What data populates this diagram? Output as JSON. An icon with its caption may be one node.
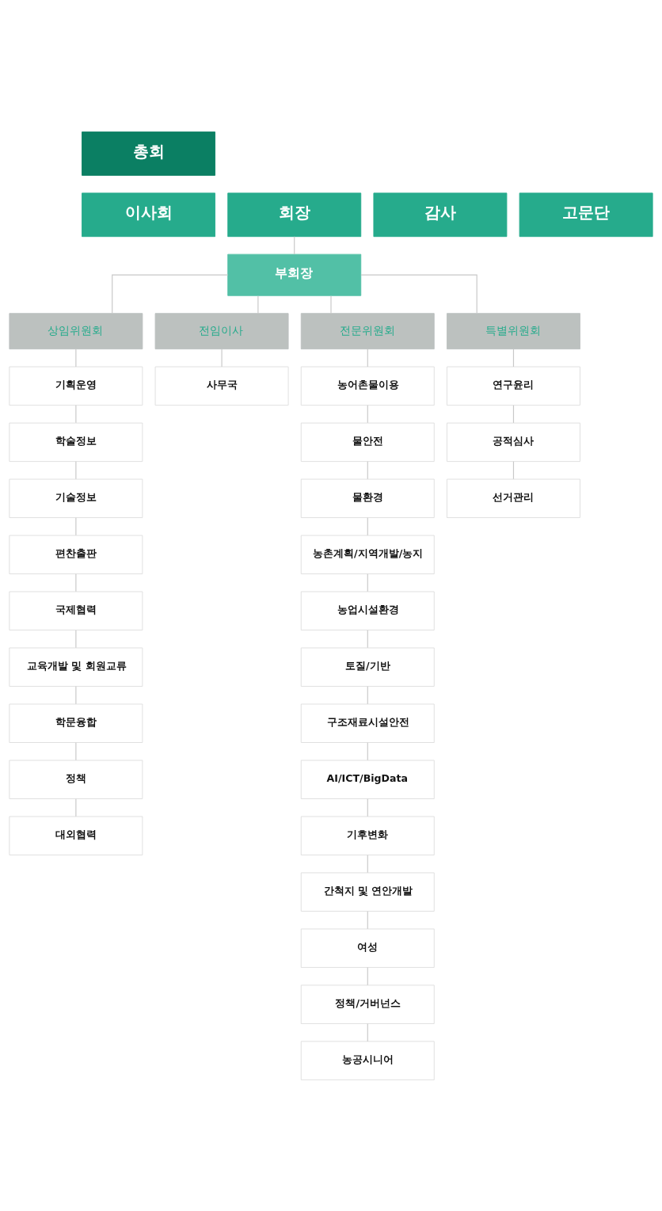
{
  "diagram": {
    "nodes": [
      {
        "text": [
          "총회"
        ]
      },
      {
        "text": [
          "이사회"
        ]
      },
      {
        "text": [
          "회장"
        ]
      },
      {
        "text": [
          "감사"
        ]
      },
      {
        "text": [
          "고문단"
        ]
      },
      {
        "text": [
          "부회장"
        ]
      },
      {
        "text": [
          "상임위원회"
        ]
      },
      {
        "text": [
          "전임이사"
        ]
      },
      {
        "text": [
          "전문위원회"
        ]
      },
      {
        "text": [
          "특별위원회"
        ]
      },
      {
        "text": [
          "기획운영"
        ]
      },
      {
        "text": [
          "학술정보"
        ]
      },
      {
        "text": [
          "기술정보"
        ]
      },
      {
        "text": [
          "편찬출판"
        ]
      },
      {
        "text": [
          "국제협력"
        ]
      },
      {
        "text": [
          "교육개발 및 회원교류"
        ]
      },
      {
        "text": [
          "학문융합"
        ]
      },
      {
        "text": [
          "정책"
        ]
      },
      {
        "text": [
          "대외협력"
        ]
      },
      {
        "text": [
          "사무국"
        ]
      },
      {
        "text": [
          "농어촌물이용"
        ]
      },
      {
        "text": [
          "물안전"
        ]
      },
      {
        "text": [
          "물환경"
        ]
      },
      {
        "text": [
          "농촌계획/지역개발/농지"
        ]
      },
      {
        "text": [
          "농업시설환경"
        ]
      },
      {
        "text": [
          "토질/기반"
        ]
      },
      {
        "text": [
          "구조재료시설안전"
        ]
      },
      {
        "text": [
          "AI/ICT/BigData"
        ]
      },
      {
        "text": [
          "기후변화"
        ]
      },
      {
        "text": [
          "간척지 및 연안개발"
        ]
      },
      {
        "text": [
          "여성"
        ]
      },
      {
        "text": [
          "정책/거버넌스"
        ]
      },
      {
        "text": [
          "농공시니어"
        ]
      },
      {
        "text": [
          "연구윤리"
        ]
      },
      {
        "text": [
          "공적심사"
        ]
      },
      {
        "text": [
          "선거관리"
        ]
      }
    ],
    "edges": [
      {
        "from": 2,
        "to": 5,
        "arrow": "none"
      },
      {
        "from": 5,
        "to": 6,
        "arrow": "none"
      },
      {
        "from": 5,
        "to": 7,
        "arrow": "none"
      },
      {
        "from": 5,
        "to": 8,
        "arrow": "none"
      },
      {
        "from": 5,
        "to": 9,
        "arrow": "none"
      },
      {
        "from": 6,
        "to": 10,
        "arrow": "none"
      },
      {
        "from": 10,
        "to": 11,
        "arrow": "none"
      },
      {
        "from": 11,
        "to": 12,
        "arrow": "none"
      },
      {
        "from": 12,
        "to": 13,
        "arrow": "none"
      },
      {
        "from": 13,
        "to": 14,
        "arrow": "none"
      },
      {
        "from": 14,
        "to": 15,
        "arrow": "none"
      },
      {
        "from": 15,
        "to": 16,
        "arrow": "none"
      },
      {
        "from": 16,
        "to": 17,
        "arrow": "none"
      },
      {
        "from": 17,
        "to": 18,
        "arrow": "none"
      },
      {
        "from": 7,
        "to": 19,
        "arrow": "none"
      },
      {
        "from": 8,
        "to": 20,
        "arrow": "none"
      },
      {
        "from": 20,
        "to": 21,
        "arrow": "none"
      },
      {
        "from": 21,
        "to": 22,
        "arrow": "none"
      },
      {
        "from": 22,
        "to": 23,
        "arrow": "none"
      },
      {
        "from": 23,
        "to": 24,
        "arrow": "none"
      },
      {
        "from": 24,
        "to": 25,
        "arrow": "none"
      },
      {
        "from": 25,
        "to": 26,
        "arrow": "none"
      },
      {
        "from": 26,
        "to": 27,
        "arrow": "none"
      },
      {
        "from": 27,
        "to": 28,
        "arrow": "none"
      },
      {
        "from": 28,
        "to": 29,
        "arrow": "none"
      },
      {
        "from": 29,
        "to": 30,
        "arrow": "none"
      },
      {
        "from": 30,
        "to": 31,
        "arrow": "none"
      },
      {
        "from": 31,
        "to": 32,
        "arrow": "none"
      },
      {
        "from": 9,
        "to": 33,
        "arrow": "none"
      },
      {
        "from": 33,
        "to": 34,
        "arrow": "none"
      },
      {
        "from": 34,
        "to": 35,
        "arrow": "none"
      }
    ]
  }
}
